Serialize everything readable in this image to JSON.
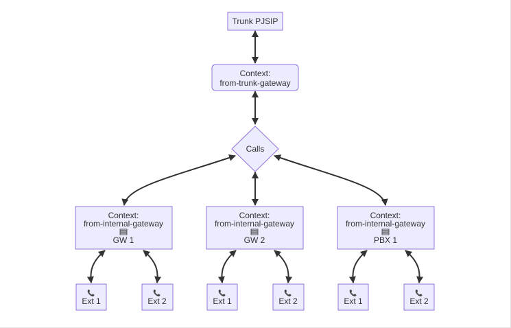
{
  "diagram": {
    "trunk": {
      "label": "Trunk PJSIP"
    },
    "trunk_context": {
      "line1": "Context:",
      "line2": "from-trunk-gateway"
    },
    "calls": {
      "label": "Calls"
    },
    "gateways": [
      {
        "line1": "Context:",
        "line2": "from-internal-gateway",
        "icon": "server-icon",
        "name": "GW 1",
        "exts": [
          {
            "icon": "phone-icon",
            "label": "Ext 1"
          },
          {
            "icon": "phone-icon",
            "label": "Ext 2"
          }
        ]
      },
      {
        "line1": "Context:",
        "line2": "from-internal-gateway",
        "icon": "server-icon",
        "name": "GW 2",
        "exts": [
          {
            "icon": "phone-icon",
            "label": "Ext 1"
          },
          {
            "icon": "phone-icon",
            "label": "Ext 2"
          }
        ]
      },
      {
        "line1": "Context:",
        "line2": "from-internal-gateway",
        "icon": "server-icon",
        "name": "PBX 1",
        "exts": [
          {
            "icon": "phone-icon",
            "label": "Ext 1"
          },
          {
            "icon": "phone-icon",
            "label": "Ext 2"
          }
        ]
      }
    ],
    "colors": {
      "node_fill": "#ececff",
      "node_stroke": "#9370db",
      "edge": "#333333",
      "text": "#333333"
    }
  }
}
